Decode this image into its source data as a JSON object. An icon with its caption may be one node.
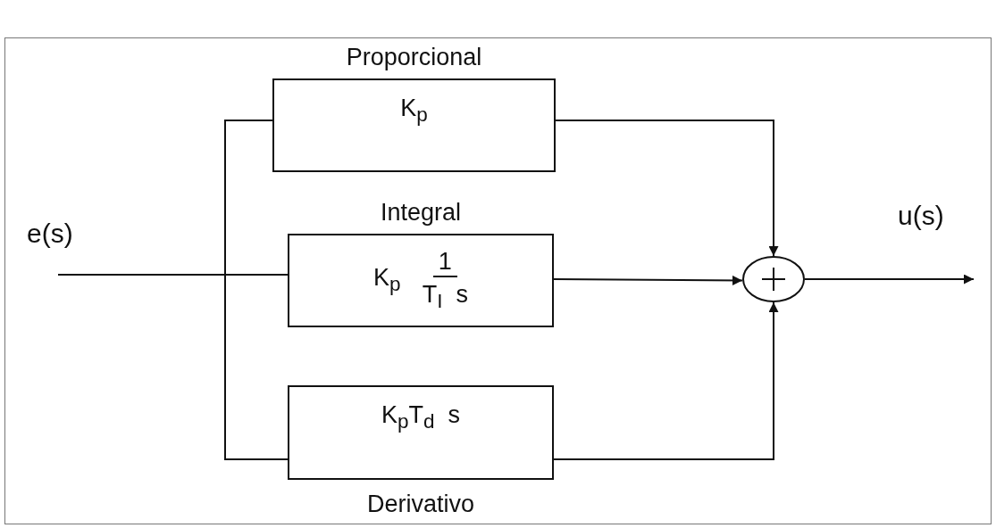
{
  "diagram": {
    "nodes": [
      {
        "text": [
          "Proporcional",
          "K$_{p}$"
        ]
      },
      {
        "text": [
          "Integral",
          "K$_{p}$",
          "1",
          "T$_{I}$  s"
        ]
      },
      {
        "text": [
          "K$_{p}$T$_{d}$  s",
          "Derivativo"
        ]
      },
      {
        "text": [],
        "shape": "circle"
      }
    ],
    "edges": [
      {
        "from": null,
        "to": 0,
        "arrow": "none"
      },
      {
        "from": null,
        "to": 1,
        "arrow": "none"
      },
      {
        "from": null,
        "to": 2,
        "arrow": "none"
      },
      {
        "from": 0,
        "to": 3,
        "arrow": "to"
      },
      {
        "from": 1,
        "to": 3,
        "arrow": "to"
      },
      {
        "from": 2,
        "to": 3,
        "arrow": "to"
      },
      {
        "from": 3,
        "to": null,
        "arrow": "to"
      }
    ],
    "labels": [
      "e(s)",
      "u(s)"
    ]
  }
}
